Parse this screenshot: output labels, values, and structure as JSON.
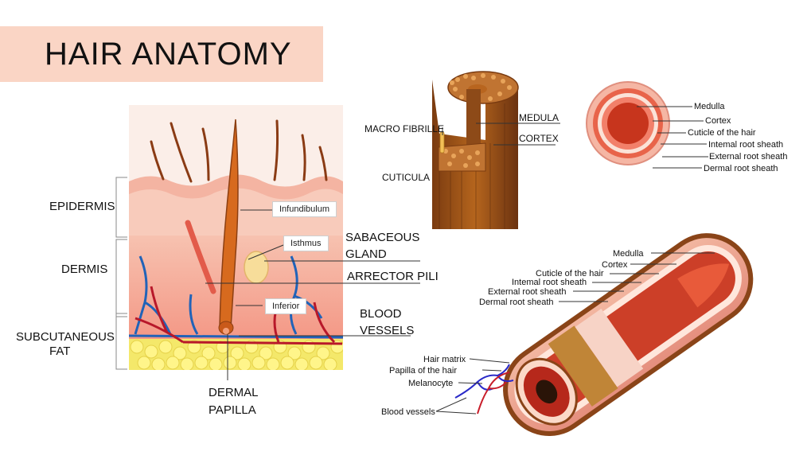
{
  "title": "HAIR ANATOMY",
  "skin_diagram": {
    "layers": [
      "EPIDERMIS",
      "DERMIS",
      "SUBCUTANEOUS",
      "FAT"
    ],
    "callouts": [
      "Infundibulum",
      "Isthmus",
      "Inferior"
    ],
    "labels": {
      "sebaceous_1": "SABACEOUS",
      "sebaceous_2": "GLAND",
      "arrector": "ARRECTOR PILI",
      "blood_1": "BLOOD",
      "blood_2": "VESSELS",
      "papilla_1": "DERMAL",
      "papilla_2": "PAPILLA"
    }
  },
  "shaft_diagram": {
    "macro_fibrille": "MACRO FIBRILLE",
    "medula": "MEDULA",
    "cortex": "CORTEX",
    "cuticula": "CUTICULA"
  },
  "cross_section": {
    "labels": [
      "Medulla",
      "Cortex",
      "Cuticle of the hair",
      "Intemal root sheath",
      "External root sheath",
      "Dermal root sheath"
    ]
  },
  "follicle_cut": {
    "top_labels": [
      "Medulla",
      "Cortex",
      "Cuticle of the hair",
      "Intemal root sheath",
      "External root sheath",
      "Dermal root sheath"
    ],
    "bottom_labels": [
      "Hair matrix",
      "Papilla of the hair",
      "Melanocyte",
      "Blood vessels"
    ]
  }
}
